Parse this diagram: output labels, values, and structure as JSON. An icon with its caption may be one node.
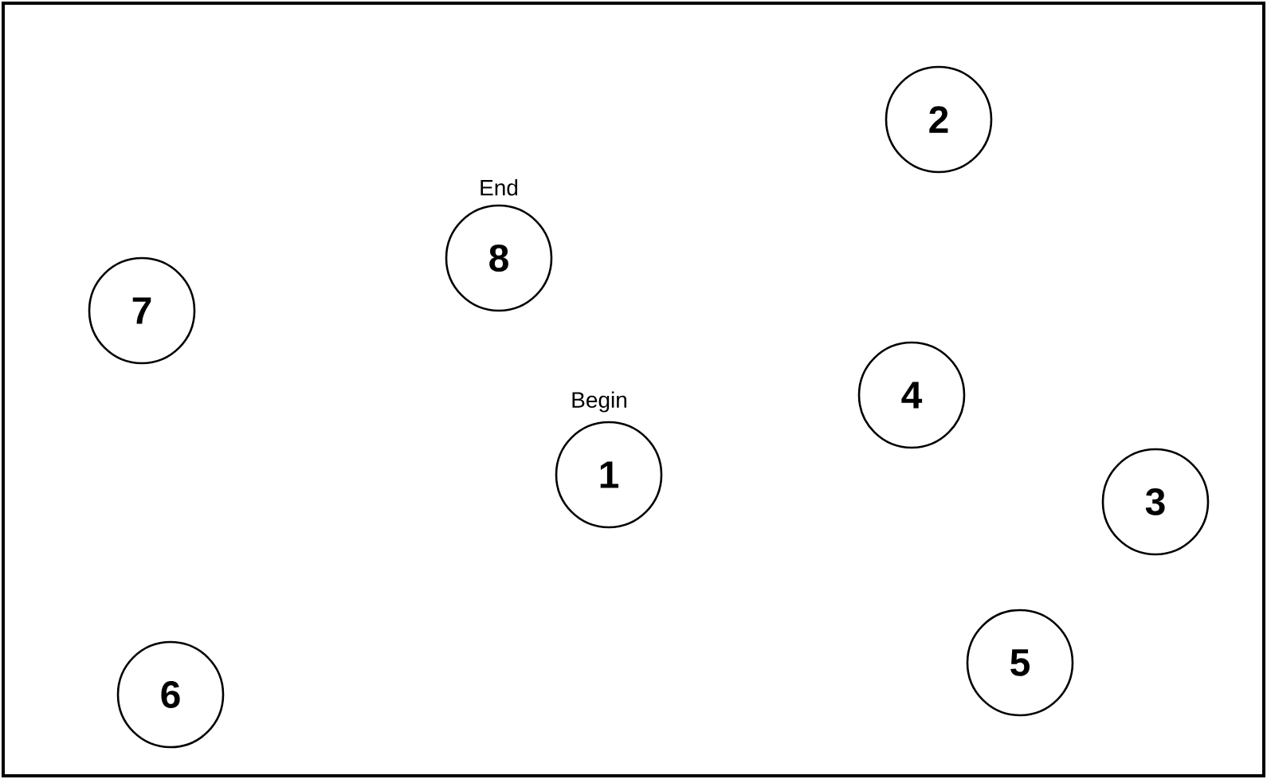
{
  "diagram": {
    "nodes": [
      {
        "text": [
          "1"
        ],
        "beside": [
          "Begin"
        ]
      },
      {
        "text": [
          "2"
        ]
      },
      {
        "text": [
          "3"
        ]
      },
      {
        "text": [
          "4"
        ]
      },
      {
        "text": [
          "5"
        ]
      },
      {
        "text": [
          "6"
        ]
      },
      {
        "text": [
          "7"
        ]
      },
      {
        "text": [
          "8"
        ],
        "beside": [
          "End"
        ]
      }
    ]
  }
}
